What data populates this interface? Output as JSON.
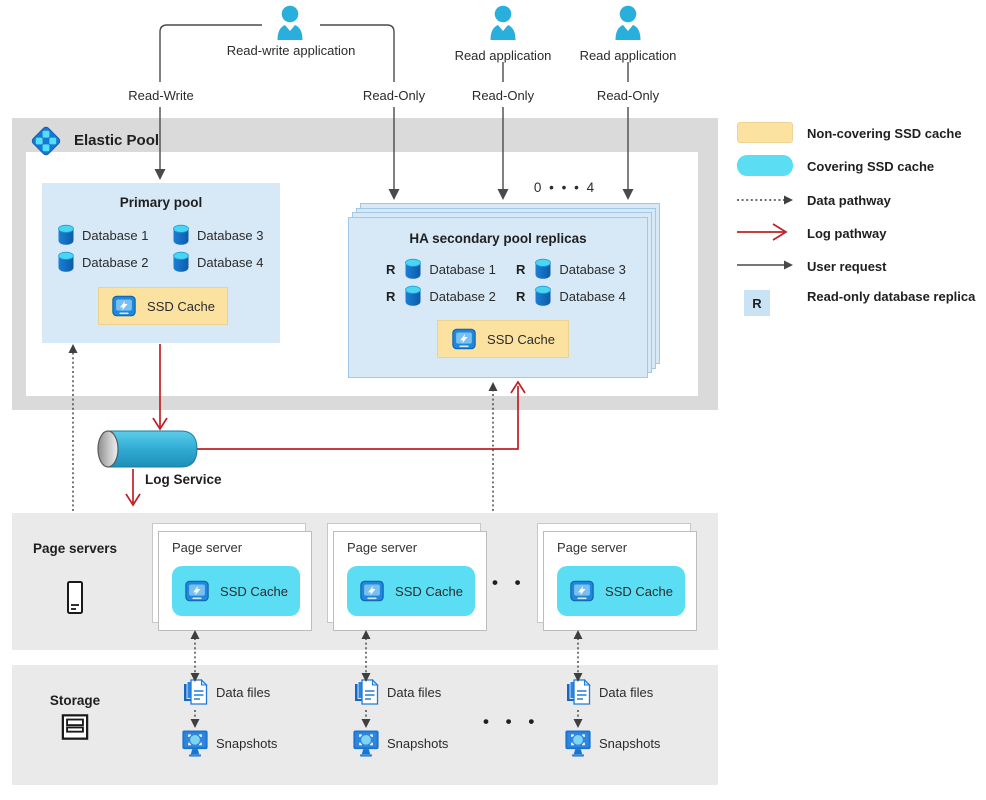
{
  "top": {
    "rw_app": "Read-write application",
    "read_app_1": "Read application",
    "read_app_2": "Read application",
    "arrow_labels": [
      "Read-Write",
      "Read-Only",
      "Read-Only",
      "Read-Only"
    ]
  },
  "elastic_pool": {
    "title": "Elastic Pool",
    "primary_pool": {
      "title": "Primary pool",
      "databases": [
        "Database 1",
        "Database 2",
        "Database 3",
        "Database 4"
      ],
      "ssd_cache": "SSD Cache"
    },
    "ha_pool": {
      "title": "HA secondary pool replicas",
      "count_label": "0 • • • 4",
      "replica_marker": "R",
      "databases": [
        "Database 1",
        "Database 2",
        "Database 3",
        "Database 4"
      ],
      "ssd_cache": "SSD Cache"
    }
  },
  "log_service": {
    "label": "Log Service"
  },
  "page_servers": {
    "section_label": "Page servers",
    "card_title": "Page server",
    "ssd_cache": "SSD Cache",
    "ellipsis": "• • •"
  },
  "storage": {
    "section_label": "Storage",
    "data_files_label": "Data files",
    "snapshots_label": "Snapshots",
    "ellipsis": "• • •"
  },
  "legend": {
    "items": [
      {
        "label": "Non-covering SSD cache"
      },
      {
        "label": "Covering SSD cache"
      },
      {
        "label": "Data pathway"
      },
      {
        "label": "Log pathway"
      },
      {
        "label": "User request"
      },
      {
        "label": "Read-only database replica",
        "marker": "R"
      }
    ]
  },
  "colors": {
    "non_covering_cache": "#FBE2A0",
    "covering_cache": "#5BDEF4",
    "pool_blue": "#D7E9F7",
    "log_red": "#BE2026",
    "frame_gray": "#DADADA",
    "band_gray": "#EAEAEA"
  }
}
